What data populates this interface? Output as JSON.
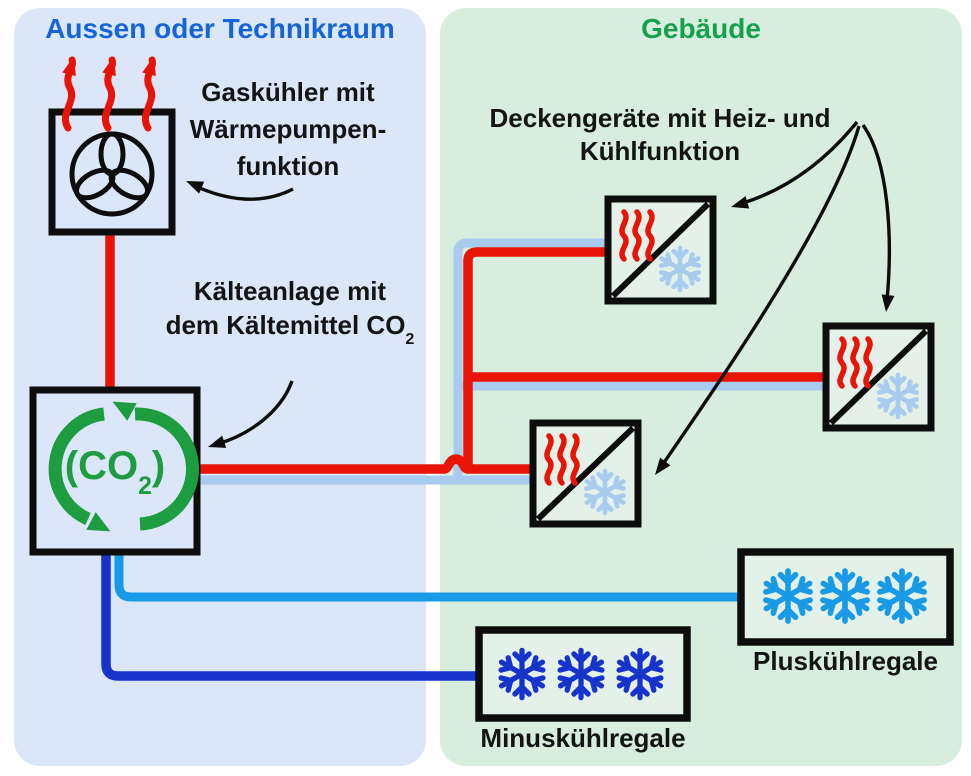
{
  "regions": {
    "outside": {
      "title": "Aussen oder Technikraum"
    },
    "building": {
      "title": "Gebäude"
    }
  },
  "labels": {
    "gas_cooler": {
      "lines": [
        "Gaskühler mit",
        "Wärmepumpen-",
        "funktion"
      ]
    },
    "refrigeration": {
      "lines": [
        "Kälteanlage mit",
        "dem Kältemittel CO"
      ],
      "subscript": "2"
    },
    "ceiling_units": {
      "lines": [
        "Deckengeräte mit Heiz- und",
        "Kühlfunktion"
      ]
    },
    "plus_shelves": "Pluskühlregale",
    "minus_shelves": "Minuskühlregale"
  },
  "co2_unit": {
    "paren_open": "(",
    "text": "CO",
    "subscript": "2",
    "paren_close": ")"
  },
  "icons": {
    "fan": "fan-icon",
    "heat_arrows": "rising-heat-arrow-icon",
    "heat_waves": "heating-waves-icon",
    "snowflake": "snowflake-icon",
    "cycle": "co2-cycle-arrows-icon"
  },
  "colors": {
    "panel-blue": "#dbe6f8",
    "panel-green": "#d7eede",
    "unit-fill": "#e3f1e8",
    "title-blue": "#1565d6",
    "title-green": "#17a14d",
    "red": "#e91408",
    "pale-blue": "#a9cbee",
    "bright-blue": "#189ae6",
    "dark-blue": "#1634cb",
    "green": "#1d9c40",
    "line-black": "#0d0d0d",
    "text-black": "#141414"
  }
}
